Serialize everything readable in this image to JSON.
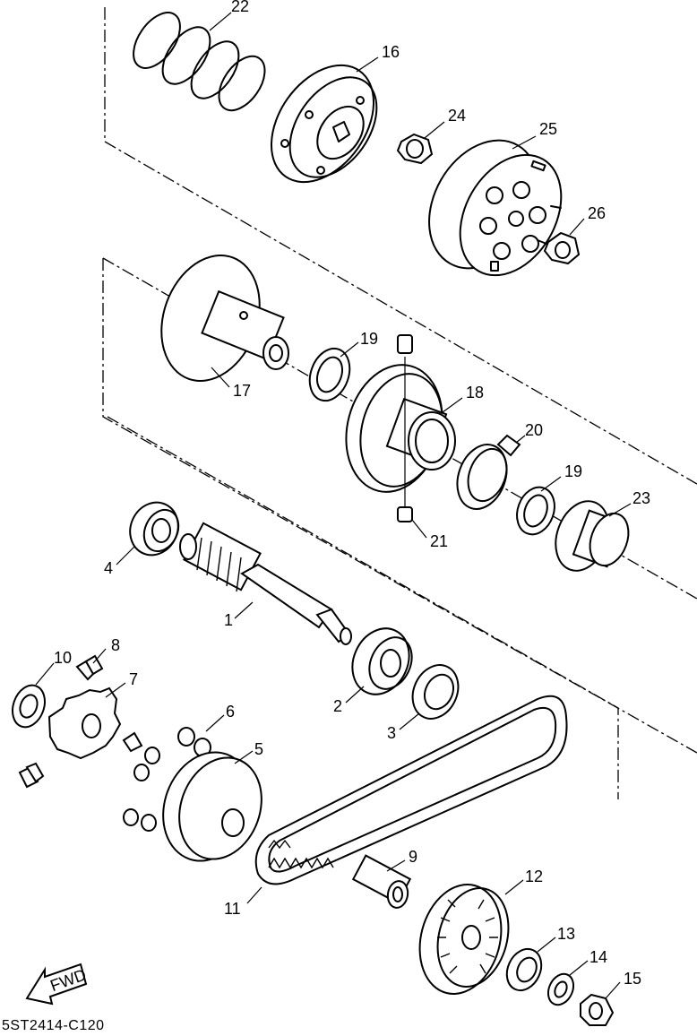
{
  "diagram": {
    "code": "5ST2414-C120",
    "fwd_label": "FWD",
    "callouts": [
      {
        "id": "p1",
        "label": "1"
      },
      {
        "id": "p2",
        "label": "2"
      },
      {
        "id": "p3",
        "label": "3"
      },
      {
        "id": "p4",
        "label": "4"
      },
      {
        "id": "p5",
        "label": "5"
      },
      {
        "id": "p6",
        "label": "6"
      },
      {
        "id": "p7",
        "label": "7"
      },
      {
        "id": "p8",
        "label": "8"
      },
      {
        "id": "p9",
        "label": "9"
      },
      {
        "id": "p10",
        "label": "10"
      },
      {
        "id": "p11",
        "label": "11"
      },
      {
        "id": "p12",
        "label": "12"
      },
      {
        "id": "p13",
        "label": "13"
      },
      {
        "id": "p14",
        "label": "14"
      },
      {
        "id": "p15",
        "label": "15"
      },
      {
        "id": "p16",
        "label": "16"
      },
      {
        "id": "p17",
        "label": "17"
      },
      {
        "id": "p18",
        "label": "18"
      },
      {
        "id": "p19a",
        "label": "19"
      },
      {
        "id": "p19b",
        "label": "19"
      },
      {
        "id": "p20",
        "label": "20"
      },
      {
        "id": "p21",
        "label": "21"
      },
      {
        "id": "p22",
        "label": "22"
      },
      {
        "id": "p23",
        "label": "23"
      },
      {
        "id": "p24",
        "label": "24"
      },
      {
        "id": "p25",
        "label": "25"
      },
      {
        "id": "p26",
        "label": "26"
      }
    ]
  }
}
